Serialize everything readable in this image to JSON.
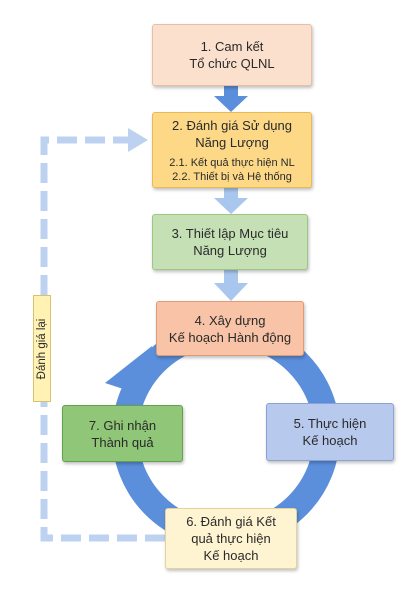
{
  "colors": {
    "arrow": "#5b8fdc",
    "cycle_ring": "#5b8fdc",
    "dashed_feedback": "#bcd2f0"
  },
  "steps": [
    {
      "lines": [
        "1. Cam kết",
        "Tổ chức QLNL"
      ]
    },
    {
      "lines": [
        "2. Đánh giá Sử dụng",
        "Năng Lượng"
      ],
      "sub": [
        "2.1. Kết quả thực hiện NL",
        "2.2. Thiết bị và Hệ thống"
      ]
    },
    {
      "lines": [
        "3. Thiết lập Mục tiêu",
        "Năng Lượng"
      ]
    },
    {
      "lines": [
        "4. Xây dựng",
        "Kế hoạch Hành động"
      ]
    },
    {
      "lines": [
        "5. Thực hiện",
        "Kế hoạch"
      ]
    },
    {
      "lines": [
        "6. Đánh giá Kết",
        "quả thực hiện",
        "Kế hoạch"
      ]
    },
    {
      "lines": [
        "7. Ghi nhận",
        "Thành quả"
      ]
    }
  ],
  "feedback_label": "Đánh giá lại"
}
